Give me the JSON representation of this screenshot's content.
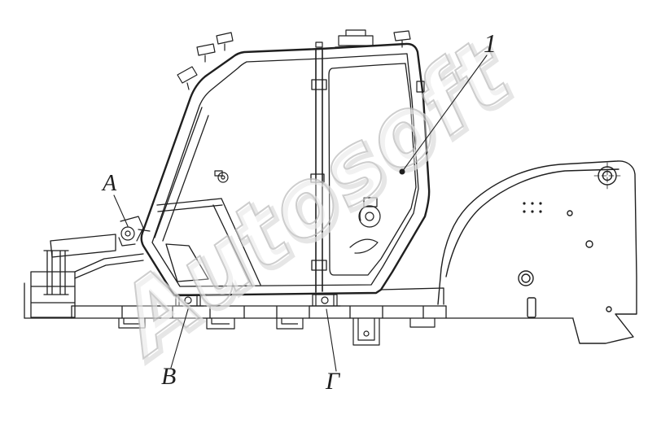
{
  "figure": {
    "description": "Technical line drawing of an operator cab assembly mounted on a vehicle chassis frame, with part callouts",
    "watermark": "Autosoft",
    "callouts": {
      "part1": "1",
      "partA": "A",
      "partB": "В",
      "partG": "Г"
    },
    "colors": {
      "line": "#1f1f1f",
      "watermark_stroke": "#bdbdbd",
      "watermark_shadow": "#dedede",
      "background": "#ffffff"
    }
  }
}
